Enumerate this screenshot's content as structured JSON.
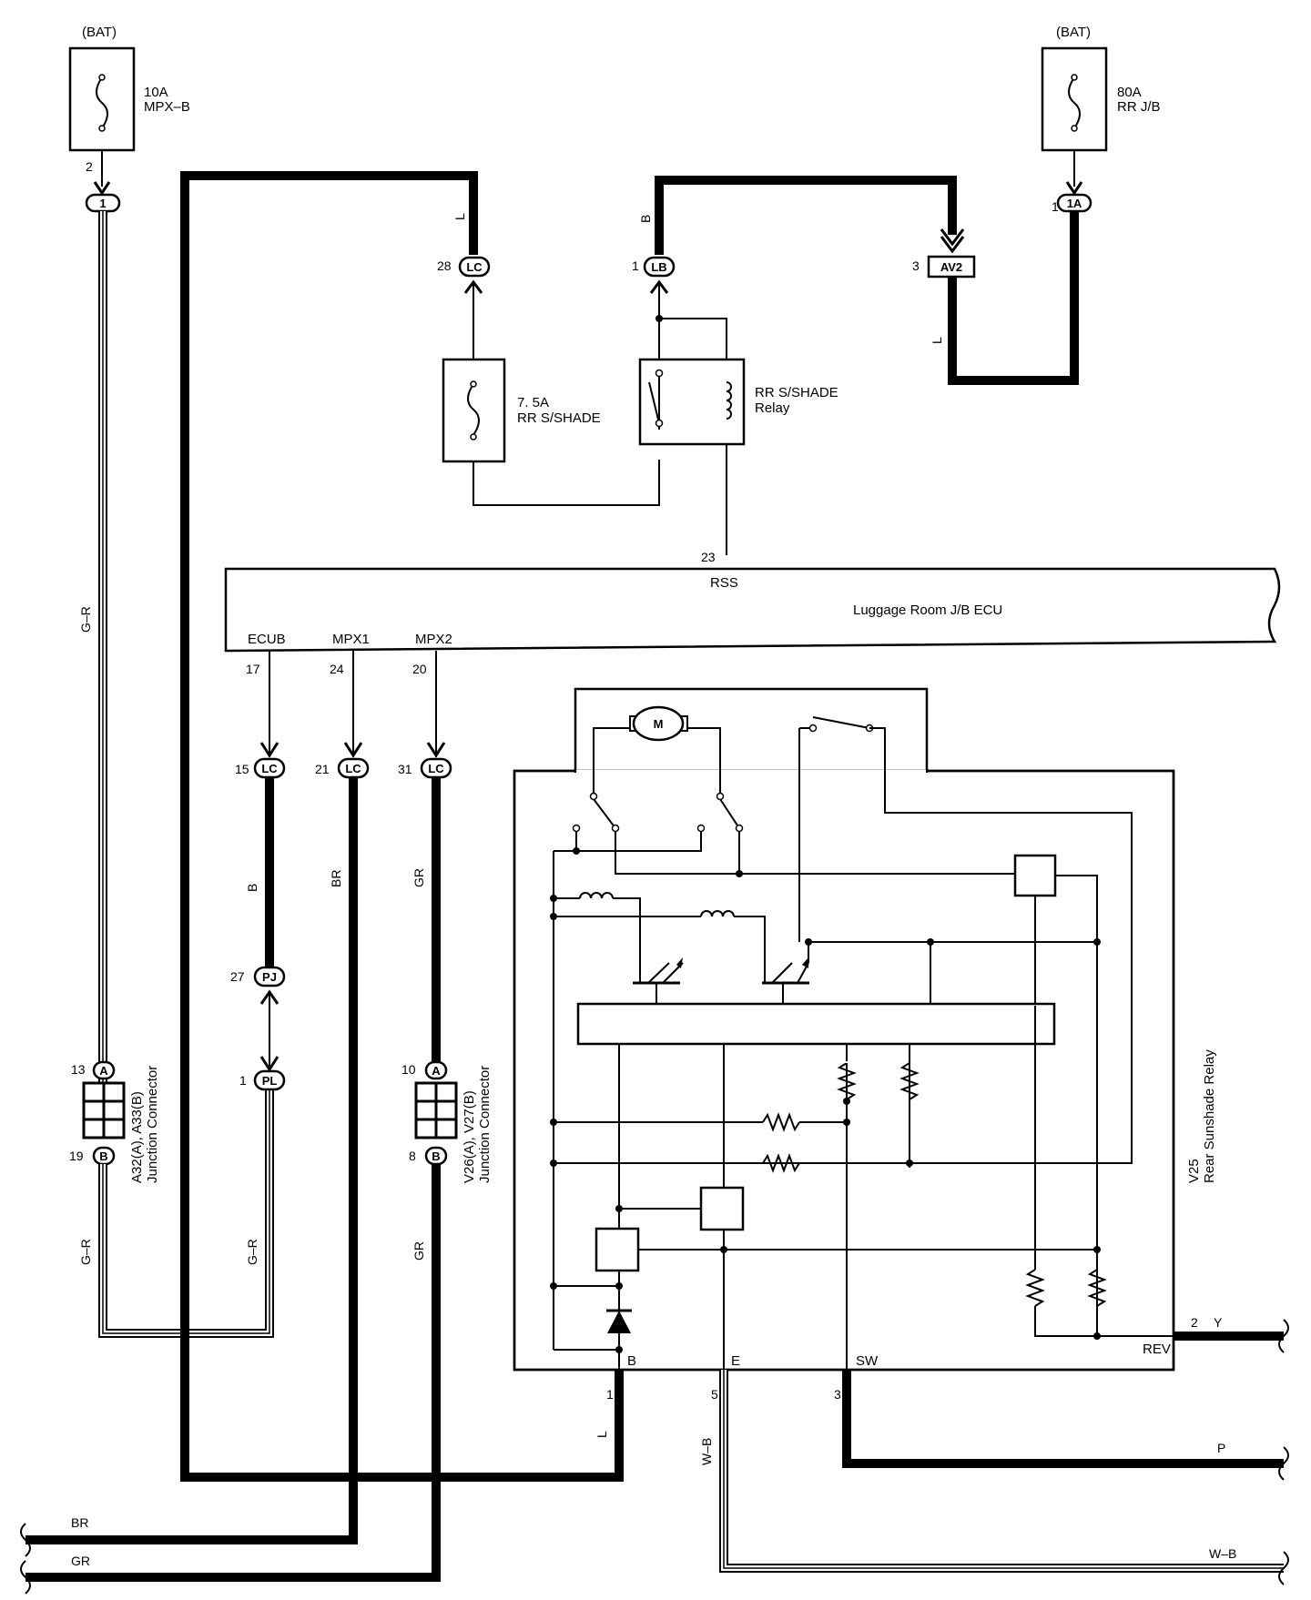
{
  "fuses": {
    "mpx_b": {
      "source": "(BAT)",
      "rating": "10A",
      "name": "MPX–B"
    },
    "rr_jb": {
      "source": "(BAT)",
      "rating": "80A",
      "name": "RR J/B"
    },
    "rr_sshade": {
      "rating": "7. 5A",
      "name": "RR S/SHADE"
    }
  },
  "relay": {
    "name": "RR S/SHADE",
    "sub": "Relay"
  },
  "ecu": {
    "name": "Luggage Room J/B ECU",
    "rss": "RSS",
    "rss_pin": "23",
    "ecub": "ECUB",
    "mpx1": "MPX1",
    "mpx2": "MPX2",
    "ecub_pin": "17",
    "mpx1_pin": "24",
    "mpx2_pin": "20"
  },
  "connectors": {
    "c1": {
      "id": "1",
      "pin": "2"
    },
    "c1a": {
      "id": "1A",
      "pin": "1"
    },
    "lc28": {
      "id": "LC",
      "pin": "28"
    },
    "lb1": {
      "id": "LB",
      "pin": "1"
    },
    "av2": {
      "id": "AV2",
      "pin": "3"
    },
    "lc15": {
      "id": "LC",
      "pin": "15"
    },
    "lc21": {
      "id": "LC",
      "pin": "21"
    },
    "lc31": {
      "id": "LC",
      "pin": "31"
    },
    "pj27": {
      "id": "PJ",
      "pin": "27"
    },
    "pl1": {
      "id": "PL",
      "pin": "1"
    },
    "jc1_a": {
      "id": "A",
      "pin": "13"
    },
    "jc1_b": {
      "id": "B",
      "pin": "19"
    },
    "jc2_a": {
      "id": "A",
      "pin": "10"
    },
    "jc2_b": {
      "id": "B",
      "pin": "8"
    }
  },
  "junction_connectors": {
    "jc1": {
      "line1": "A32(A), A33(B)",
      "line2": "Junction Connector"
    },
    "jc2": {
      "line1": "V26(A), V27(B)",
      "line2": "Junction Connector"
    }
  },
  "wire_colors": {
    "l_top": "L",
    "b_top": "B",
    "l_av2": "L",
    "gr_left": "G–R",
    "gr_left_low": "G–R",
    "gr_mid_low": "G–R",
    "b_mid": "B",
    "br_mid": "BR",
    "gr_mid": "GR",
    "gr_mid2": "GR",
    "l_bottom": "L",
    "wb_vert": "W–B",
    "y_out": "Y",
    "p_out": "P",
    "br_out": "BR",
    "gr_out": "GR",
    "wb_out": "W–B"
  },
  "sunshade_relay": {
    "code": "V25",
    "name": "Rear Sunshade Relay",
    "motor": "M",
    "pin_b": "B",
    "pin_e": "E",
    "pin_sw": "SW",
    "pin_rev": "REV",
    "pin_b_num": "1",
    "pin_e_num": "5",
    "pin_sw_num": "3",
    "pin_rev_num": "2"
  }
}
